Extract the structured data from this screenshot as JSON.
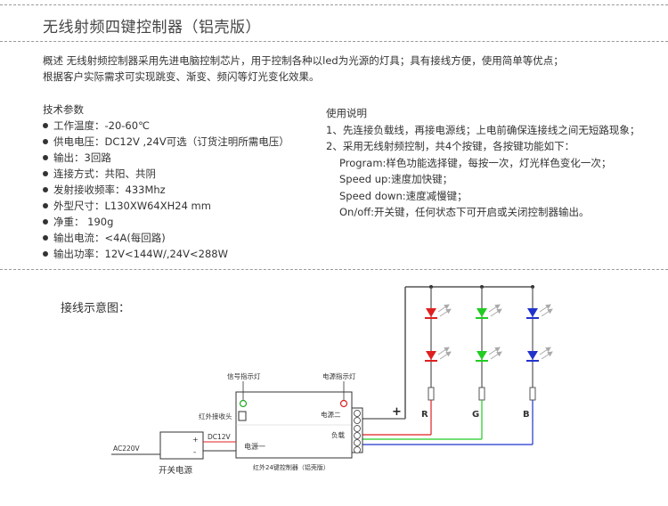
{
  "title": "无线射频四键控制器（铝壳版）",
  "overview": {
    "line1": "概述 无线射频控制器采用先进电脑控制芯片，用于控制各种以led为光源的灯具；具有接线方便，使用简单等优点；",
    "line2": "根据客户实际需求可实现跳变、渐变、频闪等灯光变化效果。"
  },
  "params": {
    "heading": "技术参数",
    "items": [
      "工作温度：-20-60℃",
      "供电电压：DC12V ,24V可选（订货注明所需电压）",
      "输出：3回路",
      "连接方式：共阳、共阴",
      "发射接收频率：433Mhz",
      "外型尺寸：L130XW64XH24 mm",
      "净重： 190g",
      "输出电流：<4A(每回路)",
      "输出功率：12V<144W/,24V<288W"
    ]
  },
  "usage": {
    "heading": "使用说明",
    "step1": "1、先连接负载线，再接电源线；上电前确保连接线之间无短路现象；",
    "step2": "2、采用无线射频控制，共4个按键，各按键功能如下：",
    "program": "Program:样色功能选择键，每按一次，灯光样色变化一次；",
    "speed_up": "Speed up:速度加快键；",
    "speed_down": "Speed down:速度减慢键；",
    "onoff": "On/off:开关键，任何状态下可开启或关闭控制器输出。"
  },
  "wiring": {
    "title": "接线示意图：",
    "signal_led": "信号指示灯",
    "power_led": "电源指示灯",
    "ir_receiver": "红外接收头",
    "power_two": "电源二",
    "load": "负载",
    "power_one": "电源一",
    "dc_label": "DC12V",
    "ac_label": "AC220V",
    "switch_psu": "开关电源",
    "controller_name": "红外24键控制器（铝壳版）",
    "plus": "+",
    "r": "R",
    "g": "G",
    "b": "B",
    "psu_plus": "+",
    "psu_minus": "-",
    "colors": {
      "red": "#e02020",
      "green": "#22cc22",
      "blue": "#2233cc"
    }
  }
}
